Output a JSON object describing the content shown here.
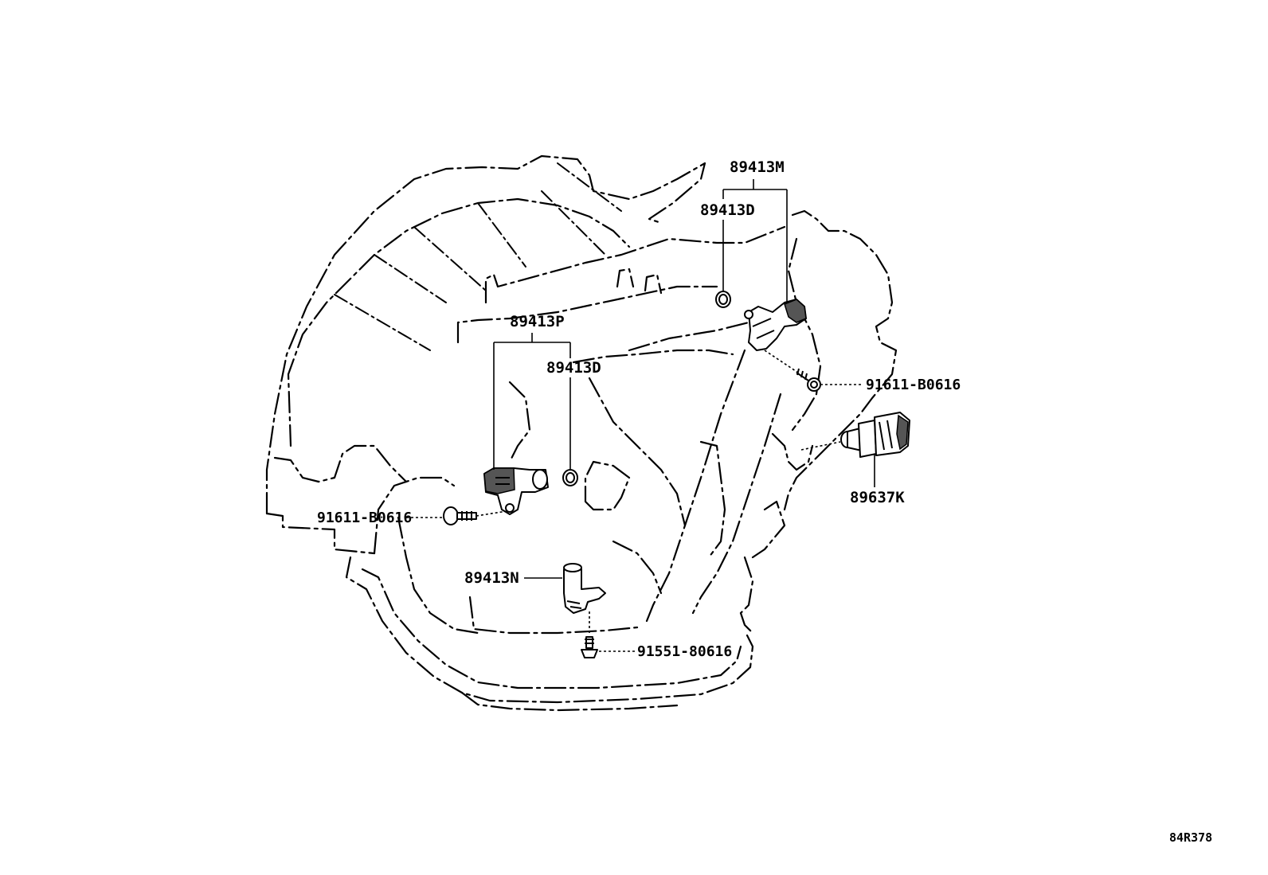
{
  "diagram": {
    "figure_id": "84R378",
    "callouts": [
      {
        "id": "c1",
        "label": "89413M"
      },
      {
        "id": "c2",
        "label": "89413D"
      },
      {
        "id": "c3",
        "label": "89413P"
      },
      {
        "id": "c4",
        "label": "89413D"
      },
      {
        "id": "c5",
        "label": "91611-B0616"
      },
      {
        "id": "c6",
        "label": "89637K"
      },
      {
        "id": "c7",
        "label": "91611-B0616"
      },
      {
        "id": "c8",
        "label": "89413N"
      },
      {
        "id": "c9",
        "label": "91551-80616"
      }
    ]
  }
}
